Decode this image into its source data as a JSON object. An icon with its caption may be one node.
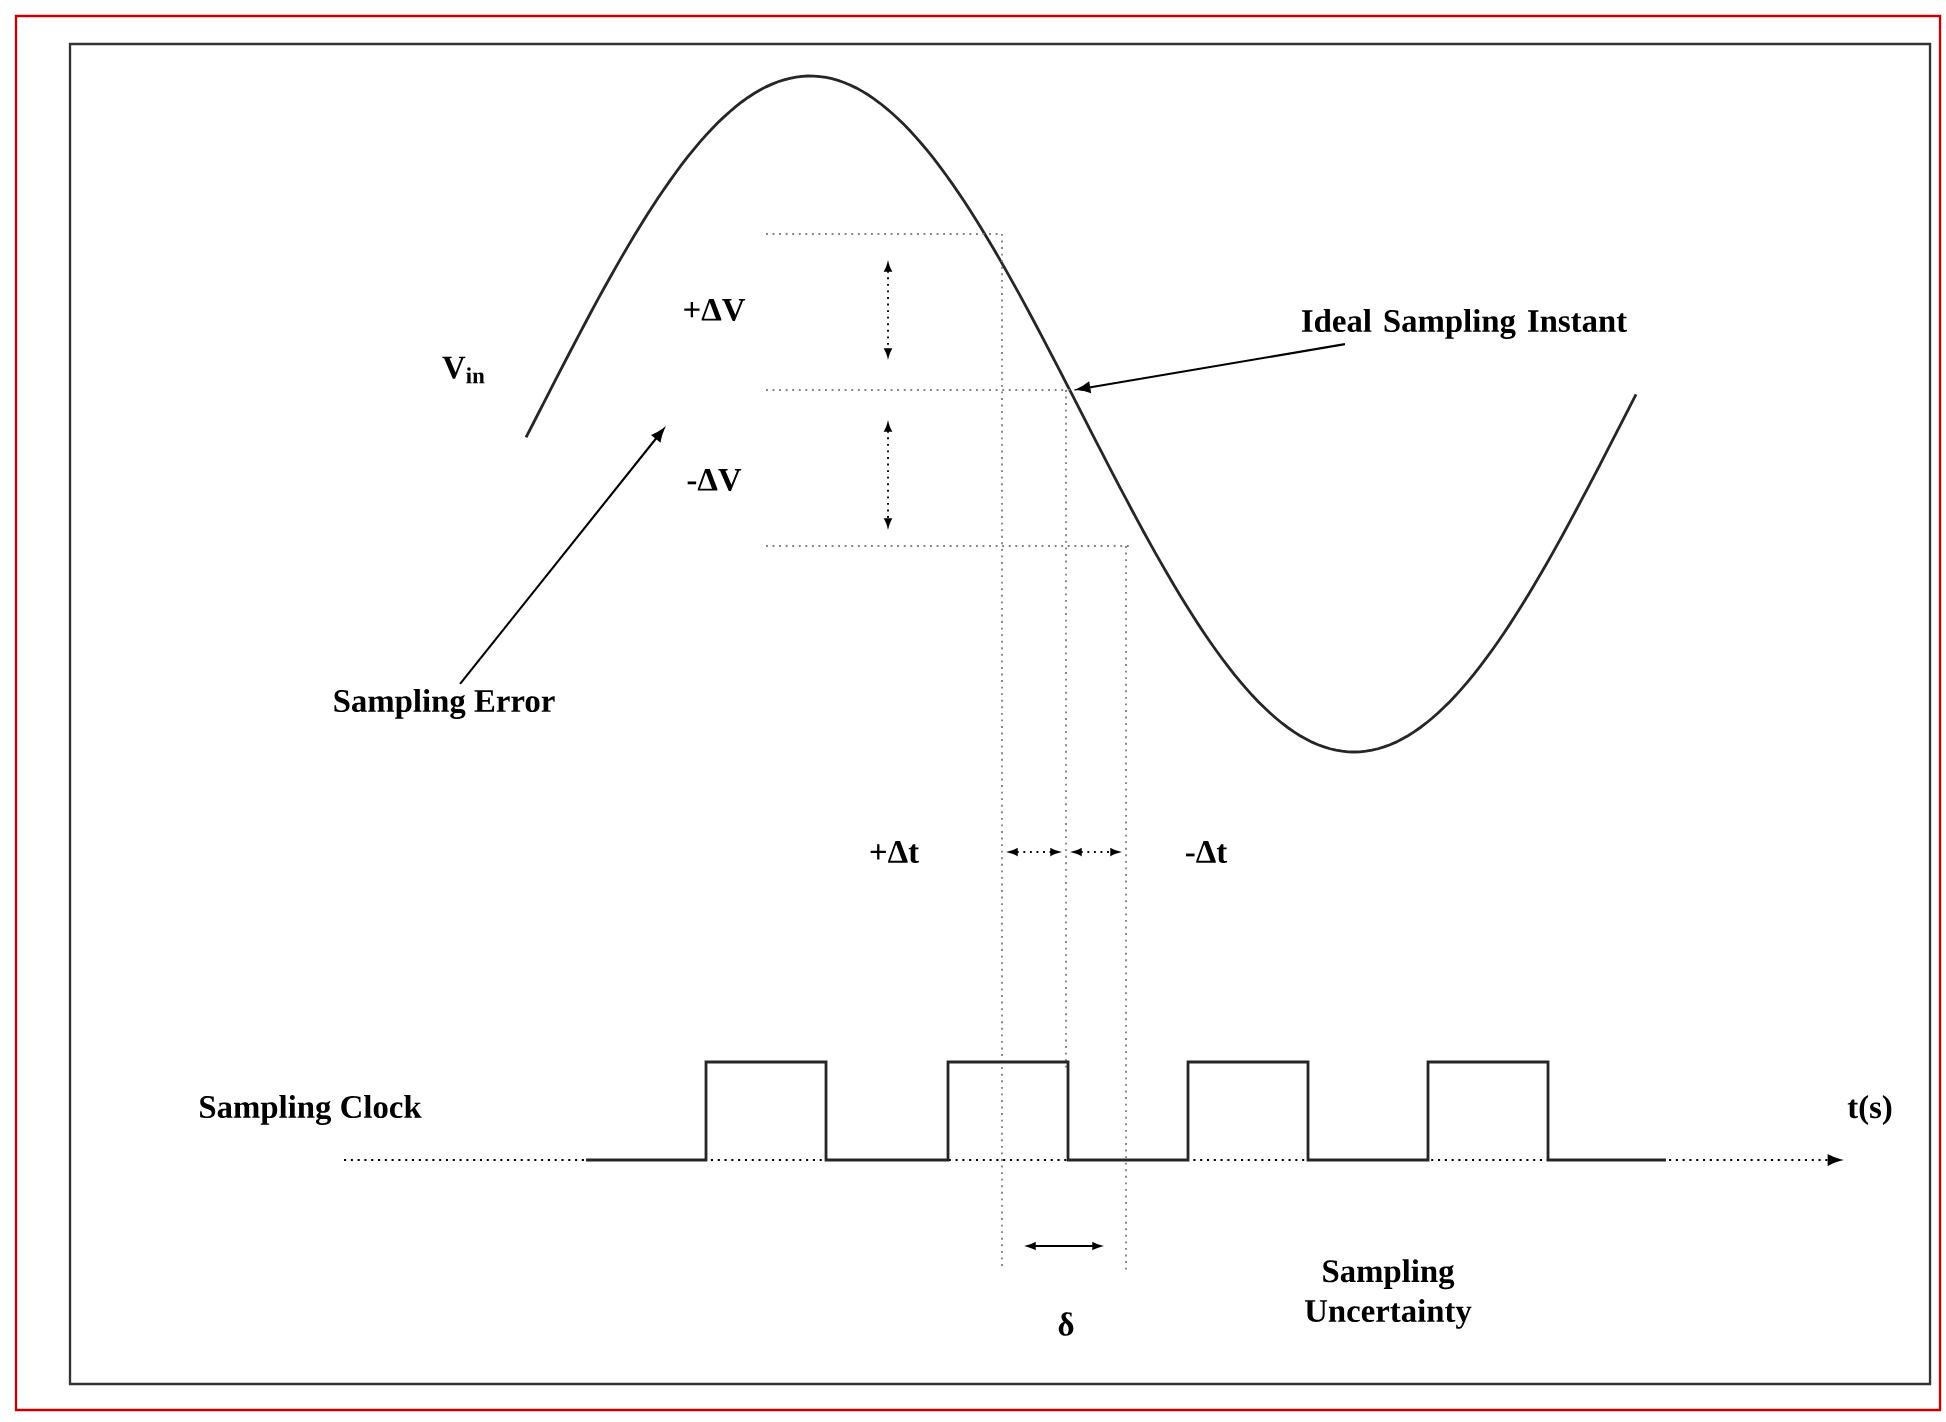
{
  "diagram": {
    "nodes": [
      {
        "text": [
          "Ideal Sampling Instant"
        ]
      },
      {
        "text": [
          "Sampling Error"
        ]
      }
    ],
    "edges": [
      {
        "from": 0,
        "to": null,
        "arrow": "to"
      },
      {
        "from": 1,
        "to": null,
        "arrow": "to"
      }
    ],
    "labels": [
      "+ΔV",
      "V$_{in}$",
      "-ΔV",
      "+Δt",
      "-Δt",
      "Sampling Clock",
      "t(s)",
      "Sampling Uncertainty",
      "δ"
    ]
  }
}
